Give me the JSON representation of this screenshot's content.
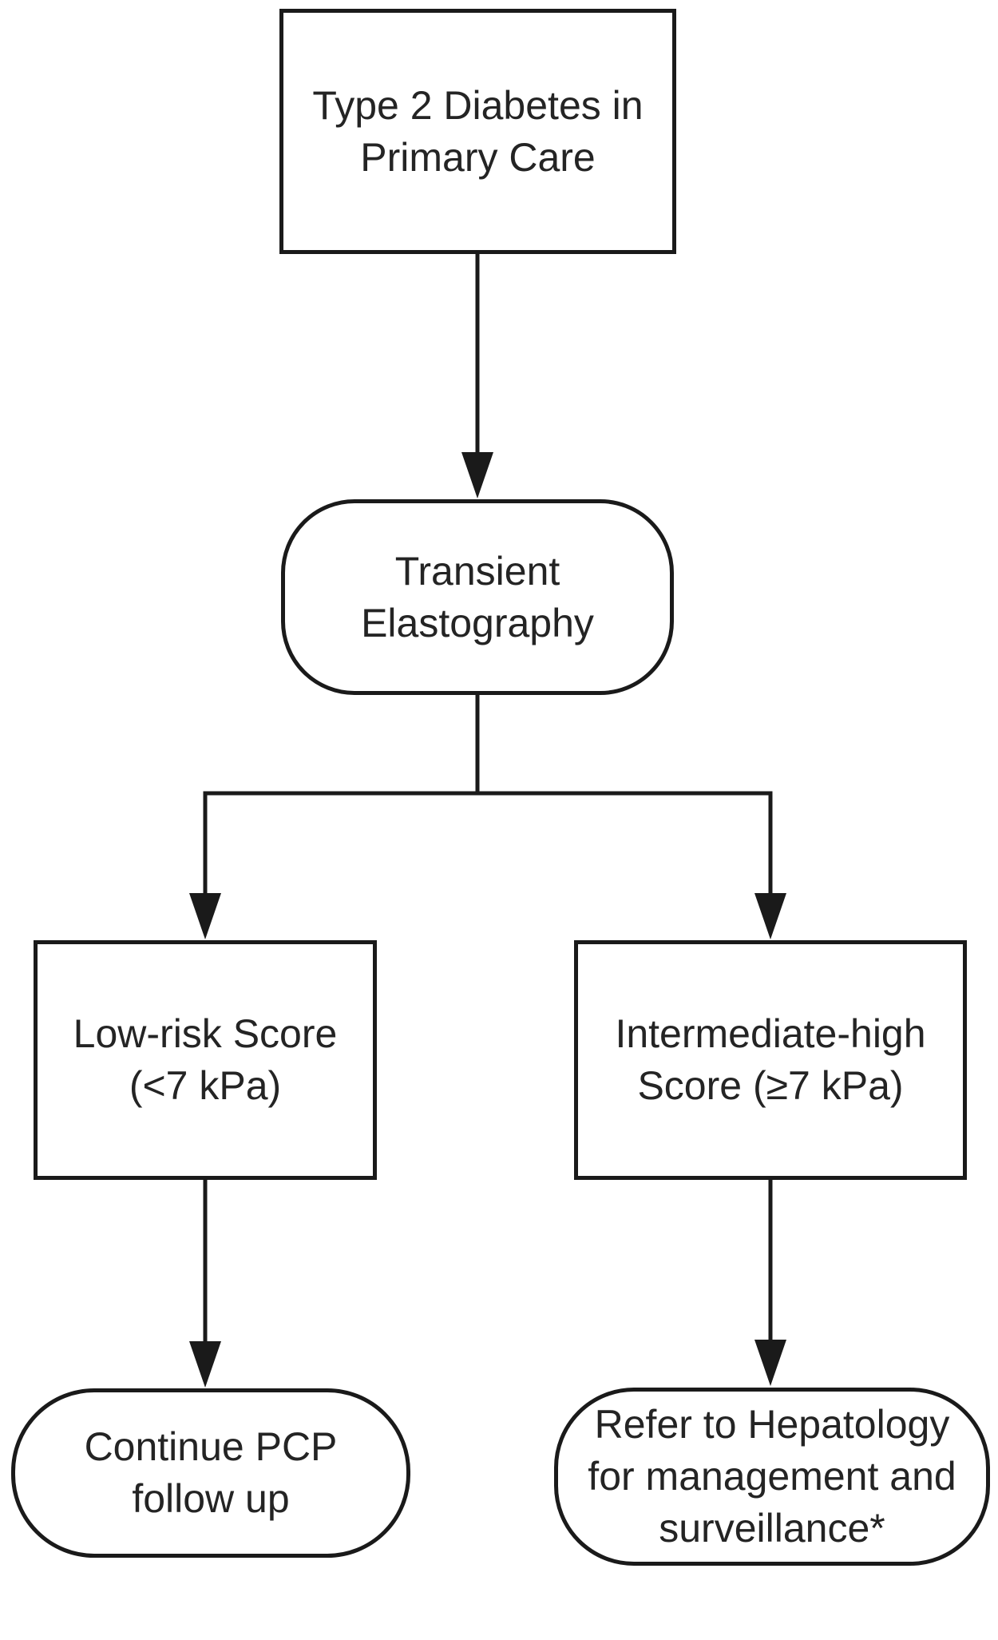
{
  "flowchart": {
    "background_color": "#ffffff",
    "line_color": "#1a1a1a",
    "text_color": "#242424",
    "nodes": {
      "start": {
        "shape": "rectangle",
        "label": "Type 2 Diabetes in\nPrimary Care"
      },
      "elastography": {
        "shape": "rounded",
        "label": "Transient\nElastography"
      },
      "low_risk": {
        "shape": "rectangle",
        "label": "Low-risk Score\n(<7 kPa)"
      },
      "intermediate_high": {
        "shape": "rectangle",
        "label": "Intermediate-high\nScore (≥7 kPa)"
      },
      "pcp_followup": {
        "shape": "rounded",
        "label": "Continue PCP\nfollow up"
      },
      "hepatology": {
        "shape": "rounded",
        "label": "Refer to Hepatology\nfor management and\nsurveillance*"
      }
    },
    "edges": [
      {
        "from": "start",
        "to": "elastography"
      },
      {
        "from": "elastography",
        "to": "low_risk"
      },
      {
        "from": "elastography",
        "to": "intermediate_high"
      },
      {
        "from": "low_risk",
        "to": "pcp_followup"
      },
      {
        "from": "intermediate_high",
        "to": "hepatology"
      }
    ]
  }
}
